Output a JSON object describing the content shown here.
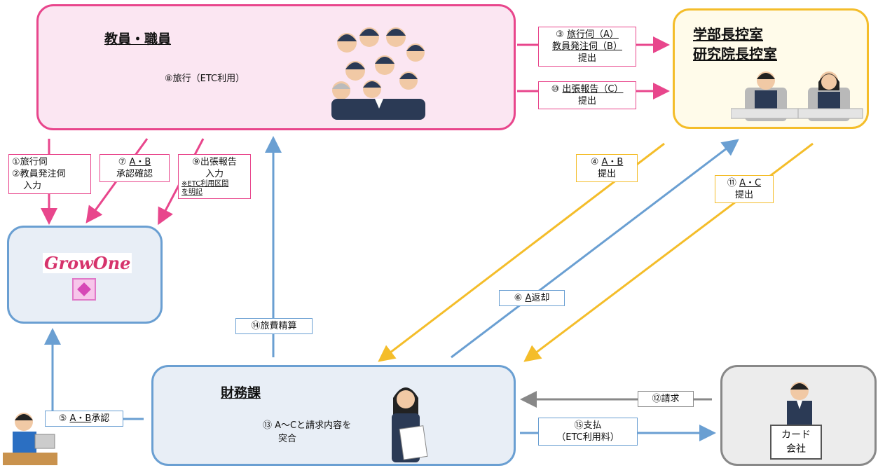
{
  "nodes": {
    "staff": {
      "title": "教員・職員",
      "note": "⑧旅行（ETC利用）"
    },
    "dean": {
      "title_line1": "学部長控室",
      "title_line2": "研究院長控室"
    },
    "growone": {
      "logo": "GrowOne"
    },
    "finance": {
      "title": "財務課",
      "note_line1": "⑬ A～Cと請求内容を",
      "note_line2": "突合"
    },
    "card": {
      "line1": "カード",
      "line2": "会社"
    }
  },
  "labels": {
    "l1_line1": "①旅行伺",
    "l1_line2": "②教員発注伺",
    "l1_line3": "入力",
    "l7_num": "⑦",
    "l7_ab": "A・B",
    "l7_line2": "承認確認",
    "l9_line1": "⑨出張報告",
    "l9_line2": "入力",
    "l9_small1": "※ETC利用区間",
    "l9_small2": "を明記",
    "l3_num": "③",
    "l3_line1": "旅行伺（A）",
    "l3_line2": "教員発注伺（B）",
    "l3_line3": "提出",
    "l10_num": "⑩",
    "l10_line1": "出張報告（C）",
    "l10_line2": "提出",
    "l4_num": "④",
    "l4_ab": "A・B",
    "l4_line2": "提出",
    "l11_num": "⑪",
    "l11_ac": "A・C",
    "l11_line2": "提出",
    "l6_num": "⑥",
    "l6_a": "A",
    "l6_rest": "返却",
    "l14": "⑭旅費精算",
    "l5_num": "⑤",
    "l5_ab": "A・B",
    "l5_rest": "承認",
    "l12": "⑫請求",
    "l15_line1": "⑮支払",
    "l15_line2": "（ETC利用料）"
  },
  "colors": {
    "pink": "#e8468c",
    "yellow": "#f4bd2a",
    "blue": "#6a9fd2",
    "gray": "#888888"
  }
}
